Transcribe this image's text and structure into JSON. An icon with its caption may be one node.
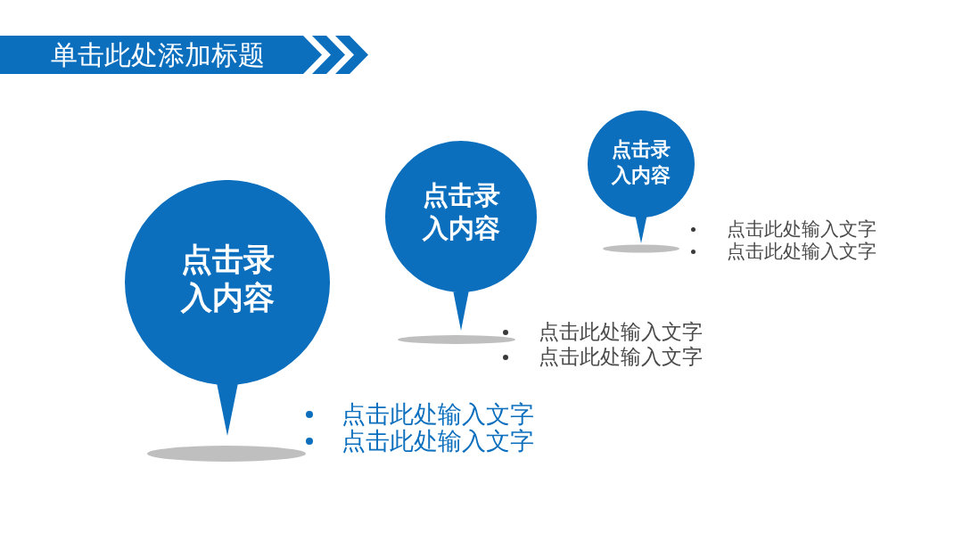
{
  "diagram": {
    "title": "单击此处添加标题",
    "nodes": [
      {
        "text": [
          "点击录入内容"
        ],
        "beside": [
          "点击此处输入文字",
          "点击此处输入文字"
        ]
      },
      {
        "text": [
          "点击录入内容"
        ],
        "beside": [
          "点击此处输入文字",
          "点击此处输入文字"
        ]
      },
      {
        "text": [
          "点击录入内容"
        ],
        "beside": [
          "点击此处输入文字",
          "点击此处输入文字"
        ]
      }
    ]
  }
}
